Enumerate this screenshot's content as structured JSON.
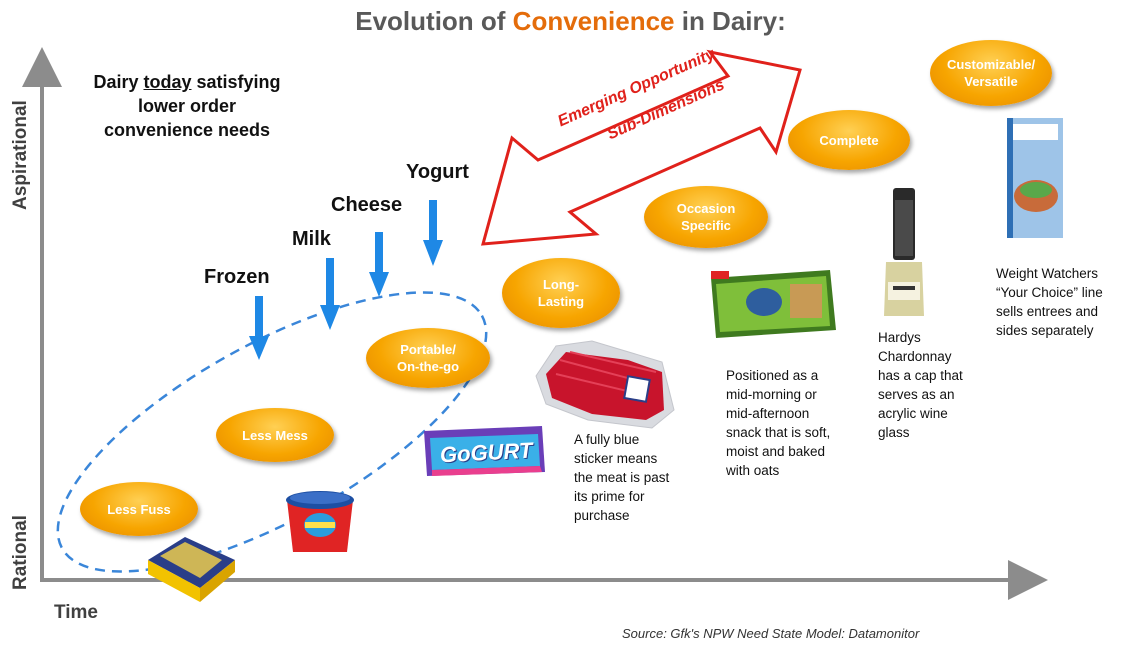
{
  "title": {
    "part1": "Evolution of ",
    "highlight": "Convenience",
    "part2": " in Dairy:"
  },
  "axes": {
    "y_top": "Aspirational",
    "y_bottom": "Rational",
    "x": "Time"
  },
  "note": {
    "pre": "Dairy ",
    "underlined": "today",
    "post": " satisfying",
    "line2": "lower order",
    "line3": "convenience needs"
  },
  "categories": [
    "Frozen",
    "Milk",
    "Cheese",
    "Yogurt"
  ],
  "arrow": {
    "line1": "Emerging Opportunity",
    "line2": "Sub-Dimensions"
  },
  "ovals": {
    "less_fuss": "Less Fuss",
    "less_mess": "Less Mess",
    "portable": [
      "Portable/",
      "On-the-go"
    ],
    "long_lasting": [
      "Long-",
      "Lasting"
    ],
    "occasion": [
      "Occasion",
      "Specific"
    ],
    "complete": "Complete",
    "customizable": [
      "Customizable/",
      "Versatile"
    ]
  },
  "captions": {
    "meat": [
      "A fully blue",
      "sticker means",
      "the meat is past",
      "its prime  for",
      "purchase"
    ],
    "snack": [
      "Positioned as a",
      "mid-morning or",
      "mid-afternoon",
      "snack that is soft,",
      "moist and baked",
      "with oats"
    ],
    "wine": [
      "Hardys",
      "Chardonnay",
      "has a cap that",
      "serves as an",
      "acrylic wine",
      "glass"
    ],
    "ww": [
      "Weight Watchers",
      "“Your Choice” line",
      "sells entrees and",
      "sides separately"
    ]
  },
  "product_labels": {
    "gogurt": "GoGURT"
  },
  "source": "Source: Gfk's NPW Need State Model: Datamonitor",
  "colors": {
    "orange": "#e46c0a",
    "blue_arrow": "#1e88e5",
    "dash": "#3a86d9",
    "red": "#e0211b"
  }
}
